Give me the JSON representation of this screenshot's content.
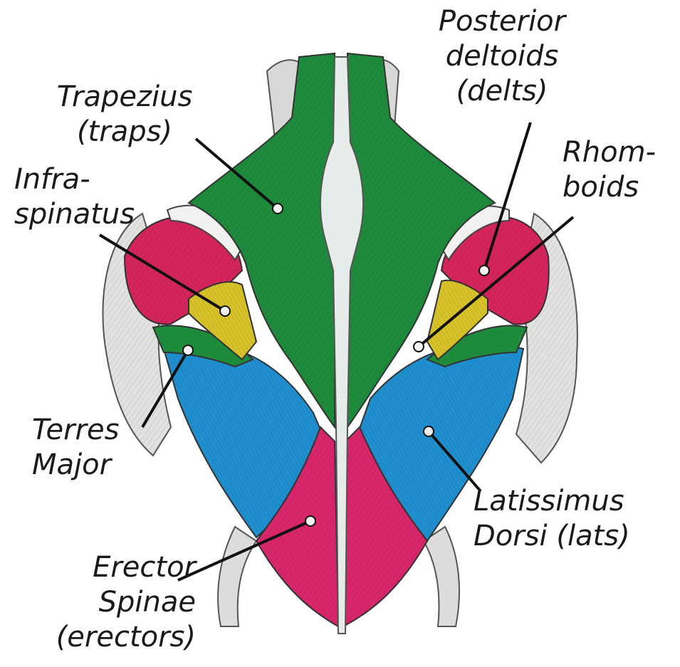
{
  "labels": {
    "trapezius": [
      "Trapezius",
      "(traps)"
    ],
    "infraspinatus": [
      "Infra-",
      "spinatus"
    ],
    "posterior_deltoids": [
      "Posterior",
      "deltoids",
      "(delts)"
    ],
    "rhomboids": [
      "Rhom-",
      "boids"
    ],
    "terres_major": [
      "Terres",
      "Major"
    ],
    "latissimus_dorsi": [
      "Latissimus",
      "Dorsi (lats)"
    ],
    "erector_spinae": [
      "Erector",
      "Spinae",
      "(erectors)"
    ]
  },
  "colors": {
    "trapezius": "#1e8a3c",
    "deltoids": "#d4245c",
    "infraspinatus": "#d8c22a",
    "terres_major": "#1e8a3c",
    "latissimus": "#1f8fd0",
    "erector": "#d8266a",
    "spine": "#e6ecea",
    "arm": "#e2e2e0",
    "pointer": "#111111",
    "dot": "#f2f2f2"
  }
}
